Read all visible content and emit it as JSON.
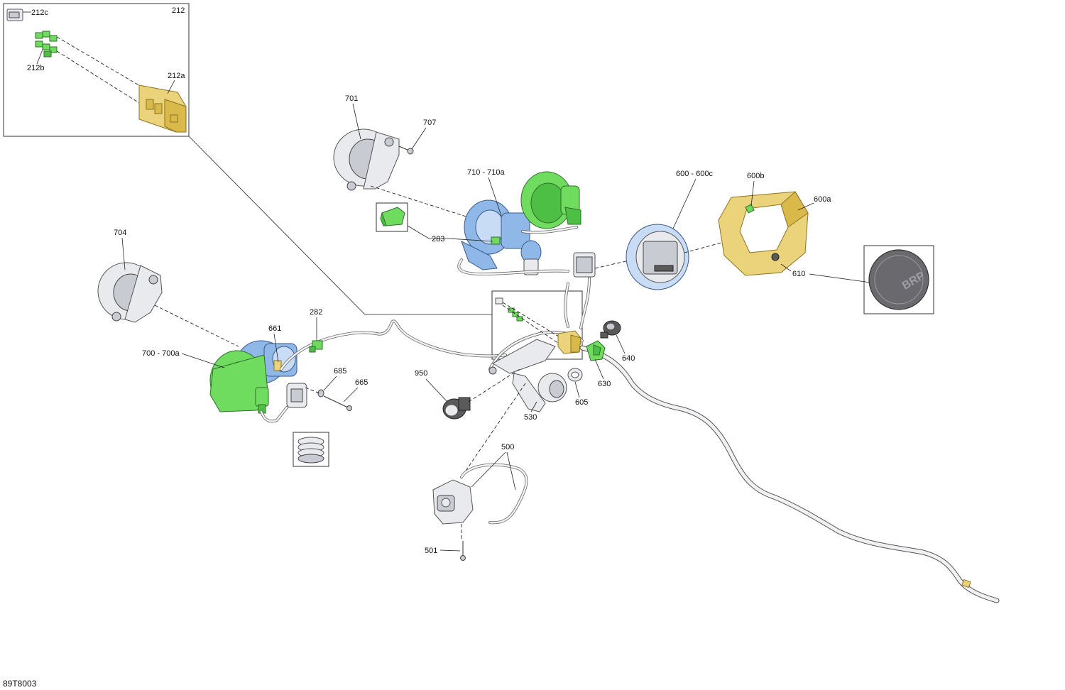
{
  "diagram": {
    "code": "89T8003",
    "callouts": {
      "c212": "212",
      "c212a": "212a",
      "c212b": "212b",
      "c212c": "212c",
      "c701": "701",
      "c707": "707",
      "c710": "710 - 710a",
      "c283": "283",
      "c704": "704",
      "c282": "282",
      "c661": "661",
      "c700": "700 - 700a",
      "c685": "685",
      "c665": "665",
      "c950": "950",
      "c530": "530",
      "c605": "605",
      "c630": "630",
      "c640": "640",
      "c600": "600 - 600c",
      "c600b": "600b",
      "c600a": "600a",
      "c610": "610",
      "c500": "500",
      "c501": "501"
    },
    "badge_text": "BRP",
    "colors": {
      "highlight_green": "#6fdc5f",
      "highlight_blue": "#8fb7e8",
      "highlight_yellow": "#ebd37c"
    }
  }
}
